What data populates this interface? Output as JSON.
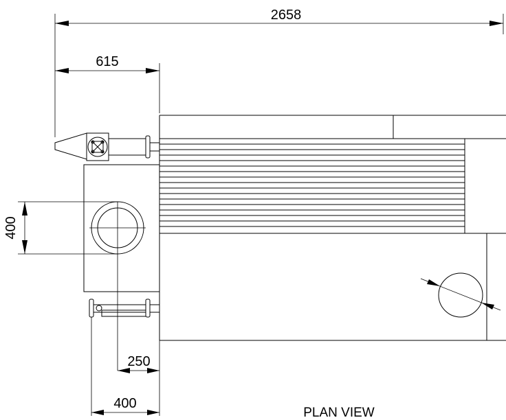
{
  "dimensions": {
    "overall_length": "2658",
    "flange_offset": "615",
    "inlet_height": "400",
    "outlet_offset": "250",
    "outlet_width": "400"
  },
  "title": "PLAN VIEW",
  "colors": {
    "line": "#000000",
    "background": "#ffffff"
  }
}
